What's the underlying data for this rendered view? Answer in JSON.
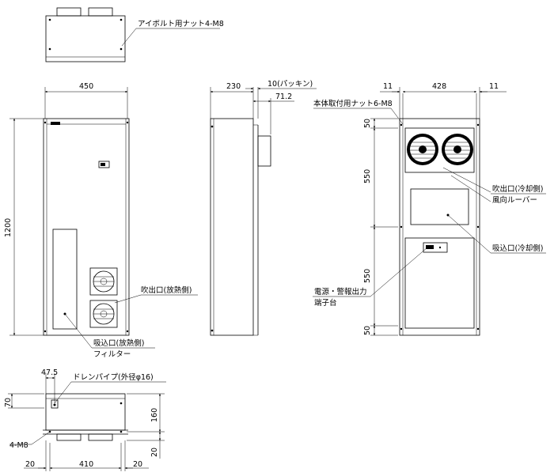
{
  "top_view": {
    "eyebolt_note": "アイボルト用ナット4-M8"
  },
  "front_view": {
    "dim_width": "450",
    "dim_height": "1200",
    "outlet_label": "吹出口(放熱側)",
    "inlet_label_1": "吸込口(放熱側)",
    "inlet_label_2": "フィルター"
  },
  "side_view": {
    "dim_depth": "230",
    "dim_packing": "10(パッキン)",
    "dim_protrusion": "71.2"
  },
  "rear_view": {
    "dim_left_margin": "11",
    "dim_width": "428",
    "dim_right_margin": "11",
    "mount_nut_note": "本体取付用ナット6-M8",
    "dim_50_top": "50",
    "dim_550_upper": "550",
    "dim_550_lower": "550",
    "dim_50_bottom": "50",
    "outlet_label_1": "吹出口(冷却側)",
    "outlet_label_2": "風向ルーバー",
    "inlet_label": "吸込口(冷却側)",
    "terminal_label_1": "電源・警報出力",
    "terminal_label_2": "端子台"
  },
  "bottom_view": {
    "dim_drain_offset": "47.5",
    "drain_note": "ドレンパイプ(外径φ16)",
    "dim_70": "70",
    "dim_160": "160",
    "dim_20_side": "20",
    "dim_4m8": "4-M8",
    "dim_20_left": "20",
    "dim_410": "410",
    "dim_20_right": "20"
  }
}
